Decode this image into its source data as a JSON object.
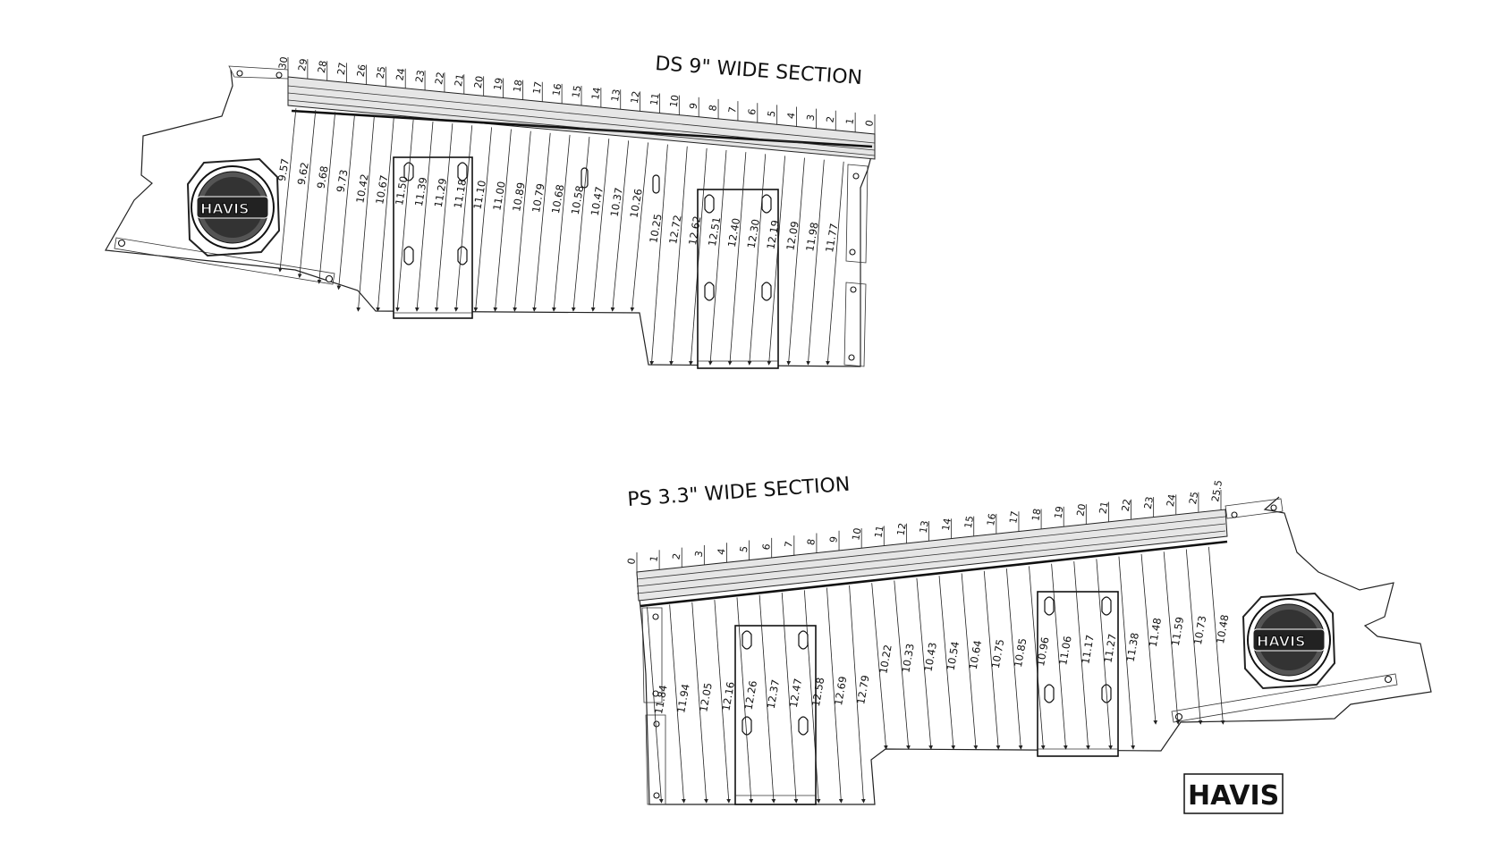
{
  "ds_section": {
    "title": "DS 9\" WIDE SECTION",
    "speaker_label": "HAVIS",
    "indices": [
      "30",
      "29",
      "28",
      "27",
      "26",
      "25",
      "24",
      "23",
      "22",
      "21",
      "20",
      "19",
      "18",
      "17",
      "16",
      "15",
      "14",
      "13",
      "12",
      "11",
      "10",
      "9",
      "8",
      "7",
      "6",
      "5",
      "4",
      "3",
      "2",
      "1",
      "0"
    ],
    "values": [
      "9.57",
      "9.62",
      "9.68",
      "9.73",
      "10.42",
      "10.67",
      "11.50",
      "11.39",
      "11.29",
      "11.18",
      "11.10",
      "11.00",
      "10.89",
      "10.79",
      "10.68",
      "10.58",
      "10.47",
      "10.37",
      "10.26",
      "10.25",
      "12.72",
      "12.62",
      "12.51",
      "12.40",
      "12.30",
      "12.19",
      "12.09",
      "11.98",
      "11.77"
    ]
  },
  "ps_section": {
    "title": "PS 3.3\" WIDE SECTION",
    "speaker_label": "HAVIS",
    "indices": [
      "0",
      "1",
      "2",
      "3",
      "4",
      "5",
      "6",
      "7",
      "8",
      "9",
      "10",
      "11",
      "12",
      "13",
      "14",
      "15",
      "16",
      "17",
      "18",
      "19",
      "20",
      "21",
      "22",
      "23",
      "24",
      "25",
      "25.5"
    ],
    "values": [
      "11.84",
      "11.94",
      "12.05",
      "12.16",
      "12.26",
      "12.37",
      "12.47",
      "12.58",
      "12.69",
      "12.79",
      "10.22",
      "10.33",
      "10.43",
      "10.54",
      "10.64",
      "10.75",
      "10.85",
      "10.96",
      "11.06",
      "11.17",
      "11.27",
      "11.38",
      "11.48",
      "11.59",
      "10.73",
      "10.48"
    ]
  },
  "brand": {
    "logo_text": "HAVIS"
  }
}
